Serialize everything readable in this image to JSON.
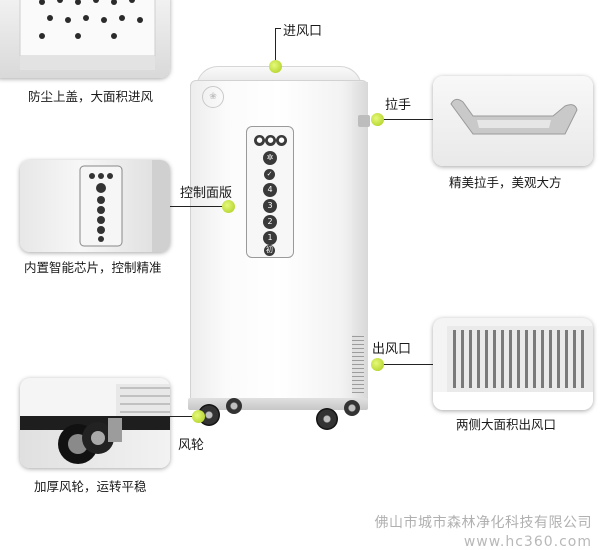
{
  "callouts": {
    "air_inlet": "进风口",
    "handle": "拉手",
    "control_panel": "控制面版",
    "air_outlet": "出风口",
    "wheels": "风轮"
  },
  "captions": {
    "dust_cover": "防尘上盖，大面积进风",
    "handle_detail": "精美拉手，美观大方",
    "chip": "内置智能芯片，控制精准",
    "outlet_detail": "两侧大面积出风口",
    "wheel_detail": "加厚风轮，运转平稳"
  },
  "panel_buttons": [
    "4",
    "3",
    "2",
    "1"
  ],
  "panel_bottom_label": "初",
  "footer": {
    "company": "佛山市城市森林净化科技有限公司",
    "website": "www.hc360.com"
  },
  "colors": {
    "accent_dot": "#b4d82a",
    "footer_text": "#b0b0b0"
  }
}
